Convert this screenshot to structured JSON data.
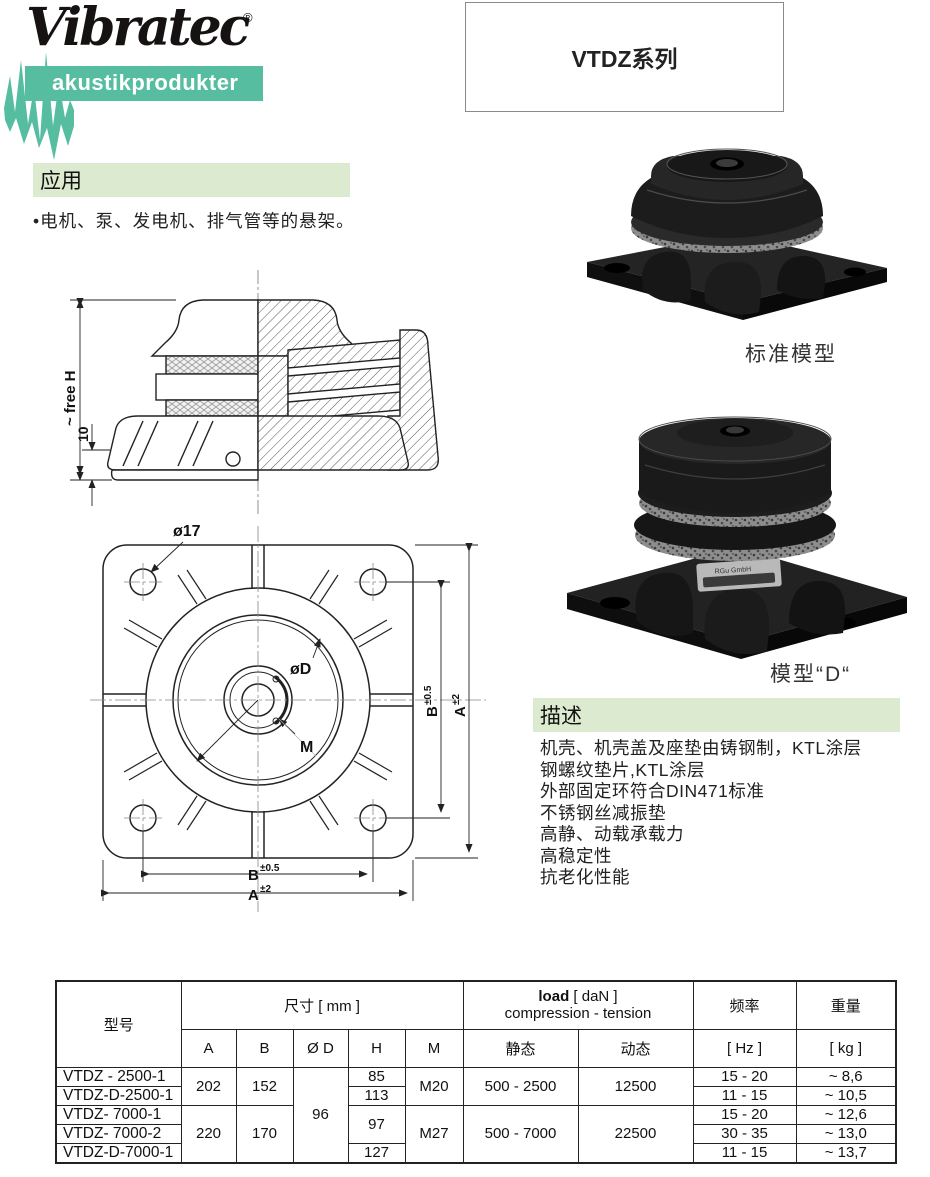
{
  "brand": {
    "name": "Vibratec",
    "registered": "®",
    "tagline": "akustikprodukter",
    "brand_green": "#56bda0",
    "section_green": "#dcead0"
  },
  "series_title": "VTDZ系列",
  "application": {
    "heading": "应用",
    "bullet": "•电机、泵、发电机、排气管等的悬架。"
  },
  "drawing_labels": {
    "free_height": "~ free H",
    "base_thickness": "10",
    "hole_dia": "ø17",
    "center_dia": "øD",
    "thread": "M",
    "dim_b": "B",
    "tol_b": "±0.5",
    "dim_a": "A",
    "tol_a": "±2"
  },
  "photos": {
    "standard_caption": "标准模型",
    "model_d_caption": "模型“D“",
    "plate_line1": "RGu GmbH"
  },
  "description": {
    "heading": "描述",
    "lines": [
      "机壳、机壳盖及座垫由铸钢制，KTL涂层",
      "钢螺纹垫片,KTL涂层",
      "外部固定环符合DIN471标准",
      "不锈钢丝减振垫",
      "高静、动载承载力",
      "高稳定性",
      "抗老化性能"
    ]
  },
  "table": {
    "header": {
      "model": "型号",
      "dims_group": "尺寸 [ mm ]",
      "col_a": "A",
      "col_b": "B",
      "col_d": "Ø D",
      "col_h": "H",
      "col_m": "M",
      "load_bold": "load",
      "load_unit": " [ daN ]",
      "load_sub": "compression - tension",
      "static": "静态",
      "dynamic": "动态",
      "freq": "频率",
      "freq_unit": "[ Hz ]",
      "weight": "重量",
      "weight_unit": "[ kg ]"
    },
    "rows": [
      {
        "model": "VTDZ - 2500-1",
        "a": "202",
        "b": "152",
        "d": "96",
        "h": "85",
        "m": "M20",
        "static": "500 - 2500",
        "dynamic": "12500",
        "freq": "15 - 20",
        "weight": "~ 8,6"
      },
      {
        "model": "VTDZ-D-2500-1",
        "h": "113",
        "freq": "11 - 15",
        "weight": "~ 10,5"
      },
      {
        "model": "VTDZ-  7000-1",
        "a": "220",
        "b": "170",
        "h": "97",
        "m": "M27",
        "static": "500 - 7000",
        "dynamic": "22500",
        "freq": "15 - 20",
        "weight": "~ 12,6"
      },
      {
        "model": "VTDZ-  7000-2",
        "freq": "30 - 35",
        "weight": "~ 13,0"
      },
      {
        "model": "VTDZ-D-7000-1",
        "h": "127",
        "freq": "11 - 15",
        "weight": "~ 13,7"
      }
    ]
  }
}
